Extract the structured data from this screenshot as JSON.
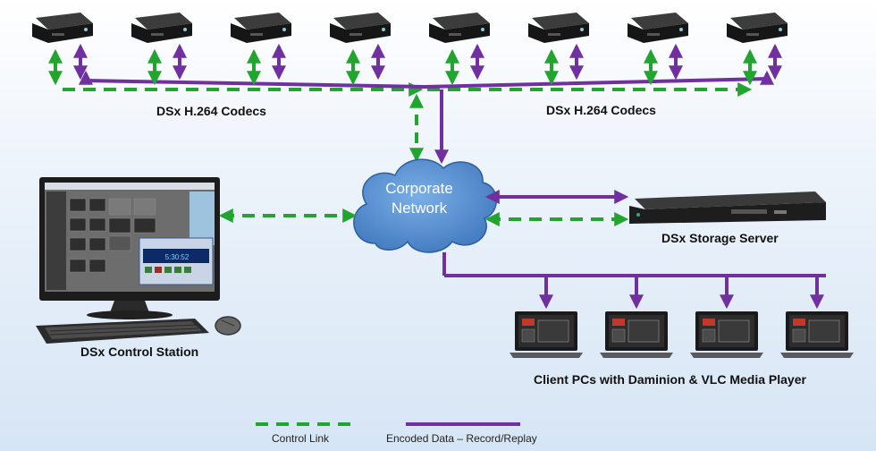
{
  "labels": {
    "codecs_left": "DSx H.264 Codecs",
    "codecs_right": "DSx H.264 Codecs",
    "cloud_line1": "Corporate",
    "cloud_line2": "Network",
    "storage_server": "DSx Storage Server",
    "control_station": "DSx Control Station",
    "client_pcs": "Client PCs  with Daminion & VLC Media Player"
  },
  "legend": {
    "control_link": "Control Link",
    "encoded_data": "Encoded Data – Record/Replay"
  },
  "colors": {
    "control_link": "#22a52f",
    "encoded_data": "#7030a0",
    "cloud": "#4f87c8",
    "device": "#1c1c1c"
  },
  "counts": {
    "codecs": 8,
    "client_pcs": 4
  },
  "station_screen": {
    "clock": "5:30:52"
  }
}
